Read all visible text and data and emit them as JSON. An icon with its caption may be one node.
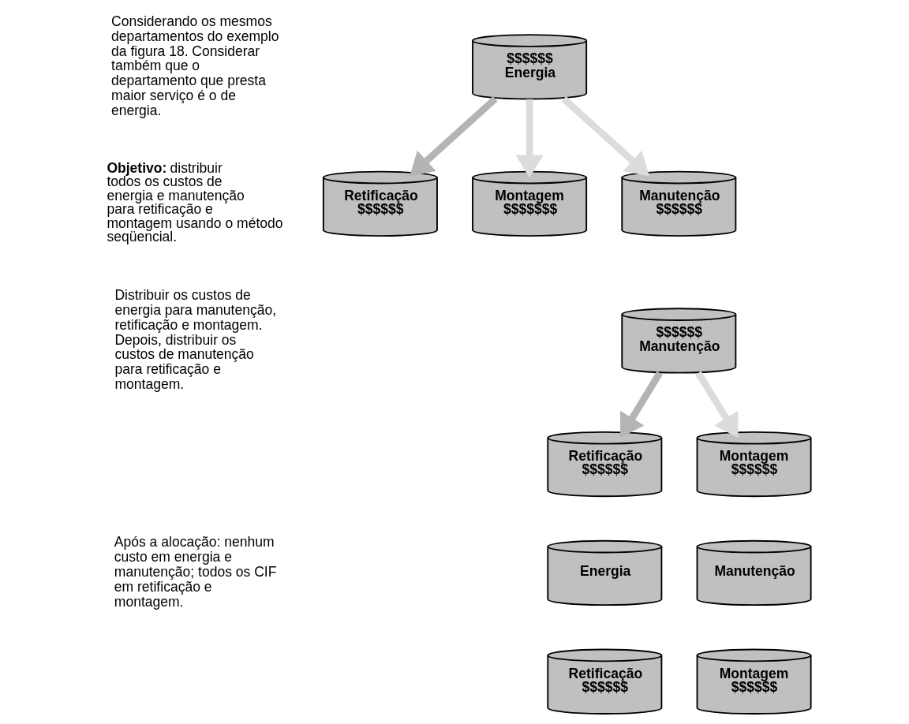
{
  "diagram": {
    "nodes": [
      {
        "text": [
          "$$$$$$",
          "Energia"
        ]
      },
      {
        "text": [
          "Retificação",
          "$$$$$$"
        ]
      },
      {
        "text": [
          "Montagem",
          "$$$$$$$"
        ]
      },
      {
        "text": [
          "Manutenção",
          "$$$$$$"
        ]
      },
      {
        "text": [
          "$$$$$$",
          "Manutenção"
        ]
      },
      {
        "text": [
          "Retificação",
          "$$$$$$"
        ]
      },
      {
        "text": [
          "Montagem",
          "$$$$$$"
        ]
      },
      {
        "text": [
          "Energia"
        ]
      },
      {
        "text": [
          "Manutenção"
        ]
      },
      {
        "text": [
          "Retificação",
          "$$$$$$"
        ]
      },
      {
        "text": [
          "Montagem",
          "$$$$$$"
        ]
      }
    ],
    "edges": [
      {
        "from": 0,
        "to": 1,
        "arrow": "to",
        "color": "#b4b4b4"
      },
      {
        "from": 0,
        "to": 2,
        "arrow": "to"
      },
      {
        "from": 0,
        "to": 3,
        "arrow": "to"
      },
      {
        "from": 4,
        "to": 5,
        "arrow": "to",
        "color": "#b4b4b4"
      },
      {
        "from": 4,
        "to": 6,
        "arrow": "to"
      }
    ],
    "labels": [
      "Considerando os mesmos departamentos do exemplo da figura 18. Considerar também que o departamento que presta maior serviço é o de energia.",
      "**Objetivo:** distribuir todos os custos de energia e manutenção para retificação e montagem usando o método seqüencial.",
      "Distribuir os custos de energia para manutenção, retificação e montagem. Depois, distribuir os custos de manutenção para retificação e montagem.",
      "Após a alocação: nenhum custo em energia e manutenção; todos os CIF em retificação e montagem."
    ]
  }
}
